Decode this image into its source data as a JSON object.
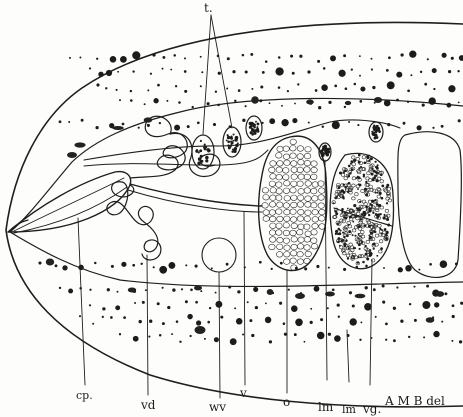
{
  "figure": {
    "labels": {
      "t": "t.",
      "cp": "cp.",
      "vd": "vd",
      "wv": "wv",
      "v": "v",
      "o": "o",
      "lm1": "lm",
      "lm2": "lm",
      "vg": "vg.",
      "signature": "A M B del"
    }
  }
}
